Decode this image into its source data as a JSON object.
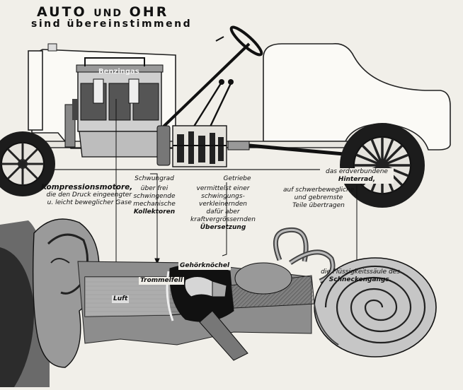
{
  "title": {
    "line1_big1": "AUTO",
    "line1_small": "UND",
    "line1_big2": "OHR",
    "line2": "sind übereinstimmend"
  },
  "labels": {
    "benzingas": "Benzingas",
    "kompression_title": "Kompressionsmotore,",
    "kompression_l1": "die den Druck eingeengter",
    "kompression_l2": "u. leicht beweglicher Gase",
    "schwungrad_title": "Schwungrad",
    "schwungrad_l1": "über frei",
    "schwungrad_l2": "schwingende",
    "schwungrad_l3": "mechanische",
    "schwungrad_l4": "Kollektoren",
    "getriebe_title": "Getriebe",
    "getriebe_l1": "vermittelst einer",
    "getriebe_l2": "schwingungs-",
    "getriebe_l3": "verkleinernden",
    "getriebe_l4": "dafür aber",
    "getriebe_l5": "kraftvergrössernden",
    "getriebe_l6": "Übersetzung",
    "hinterrad_l1": "das erdverbundene",
    "hinterrad_l2": "Hinterrad,",
    "teile_l1": "auf schwerbewegliche",
    "teile_l2": "und gebremste",
    "teile_l3": "Teile übertragen",
    "gehoerknoechel": "Gehörknöchel",
    "trommelfell": "Trommelfell",
    "luft": "Luft",
    "fluessig_l1": "die Flüssigkeitssäule des",
    "fluessig_l2": "Schneckengangs."
  },
  "icons": [
    "car-chassis-icon",
    "ear-cross-section-icon",
    "cochlea-icon"
  ]
}
